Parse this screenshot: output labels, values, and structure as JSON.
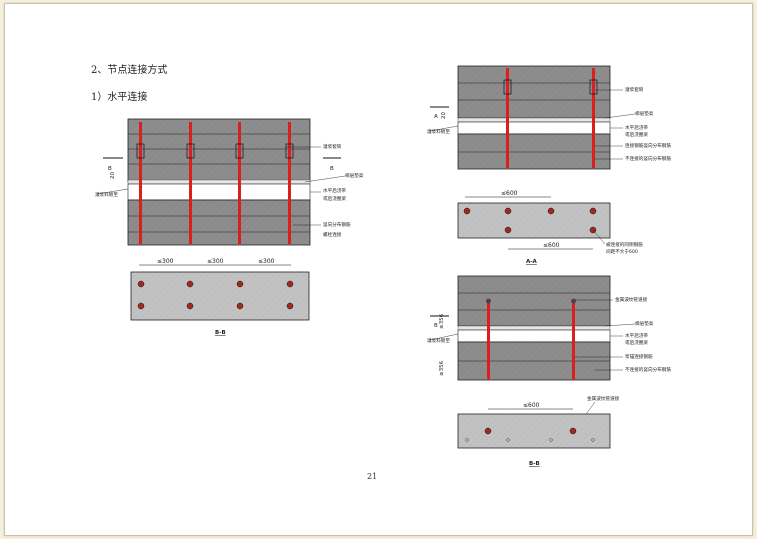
{
  "section_title": "2、节点连接方式",
  "subsection_title": "1）水平连接",
  "page_number": "21",
  "left_drawing": {
    "callout_top": "灌浆套筒",
    "callout_seat": "梯层垫高",
    "callout_grout_tube": "灌浆料镀至",
    "callout_joint_1": "水平后浇带",
    "callout_joint_2": "或后浇圈梁",
    "callout_rebar": "竖向分布钢筋",
    "callout_bottom": "螺栓连接",
    "section_mark": "B",
    "dim_20": "20",
    "spacing_1": "≤300",
    "spacing_2": "≤300",
    "spacing_3": "≤300",
    "section_title": "B-B"
  },
  "right_top_drawing": {
    "callout_top": "灌浆套筒",
    "callout_seat": "梯层垫高",
    "callout_grout_tube": "灌浆料镀至",
    "callout_joint_1": "水平后浇带",
    "callout_joint_2": "或后浇圈梁",
    "callout_rebar_1": "连接钢筋竖向分布钢筋",
    "callout_rebar_2": "不连接的竖向分布钢筋",
    "section_mark": "A",
    "dim_20": "20",
    "spacing_1": "≤600",
    "spacing_2": "≤600",
    "callout_plan_1": "被连接的同侧钢筋",
    "callout_plan_2": "间距不大于600",
    "section_title": "A-A"
  },
  "right_bottom_drawing": {
    "callout_top": "金属波纹管道接",
    "callout_seat": "梯层垫高",
    "callout_grout_tube": "灌浆料镀至",
    "callout_joint_1": "水平后浇带",
    "callout_joint_2": "或后浇圈梁",
    "callout_rebar_1": "浆锚连接钢筋",
    "callout_rebar_2": "不连接的竖向分布钢筋",
    "section_mark": "B",
    "dim_1": "≥356",
    "dim_2": "≥356",
    "spacing_1": "≤600",
    "callout_plan": "金属波纹管道接",
    "section_title": "B-B"
  },
  "colors": {
    "panel": "#8d8d8d",
    "panel_light": "#bdbdbd",
    "rebar": "#d8201f",
    "line": "#111111",
    "page_bg": "#f5efdc"
  }
}
